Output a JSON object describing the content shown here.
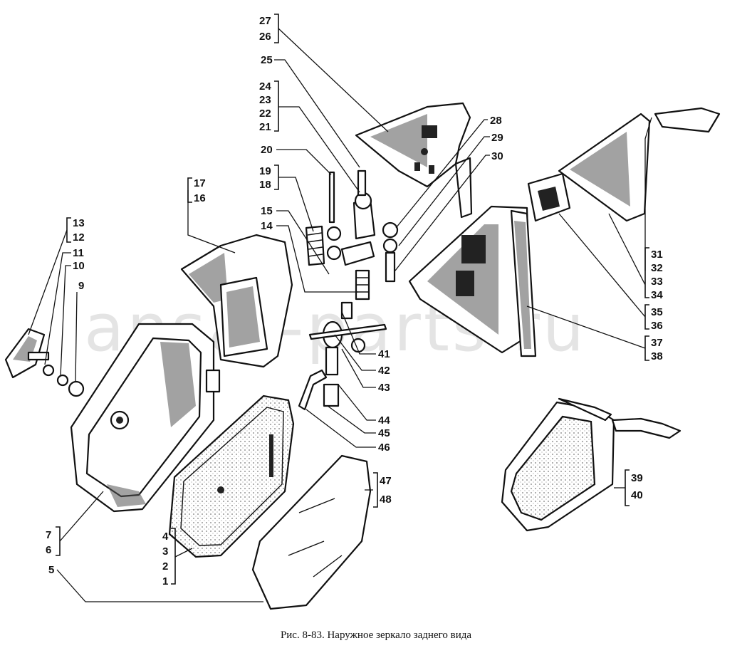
{
  "caption": "Рис. 8-83. Наружное зеркало заднего вида",
  "watermark": "ansat-parts.ru",
  "callouts": {
    "n1": "1",
    "n2": "2",
    "n3": "3",
    "n4": "4",
    "n5": "5",
    "n6": "6",
    "n7": "7",
    "n9": "9",
    "n10": "10",
    "n11": "11",
    "n12": "12",
    "n13": "13",
    "n14": "14",
    "n15": "15",
    "n16": "16",
    "n17": "17",
    "n18": "18",
    "n19": "19",
    "n20": "20",
    "n21": "21",
    "n22": "22",
    "n23": "23",
    "n24": "24",
    "n25": "25",
    "n26": "26",
    "n27": "27",
    "n28": "28",
    "n29": "29",
    "n30": "30",
    "n31": "31",
    "n32": "32",
    "n33": "33",
    "n34": "34",
    "n35": "35",
    "n36": "36",
    "n37": "37",
    "n38": "38",
    "n39": "39",
    "n40": "40",
    "n41": "41",
    "n42": "42",
    "n43": "43",
    "n44": "44",
    "n45": "45",
    "n46": "46",
    "n47": "47",
    "n48": "48"
  }
}
